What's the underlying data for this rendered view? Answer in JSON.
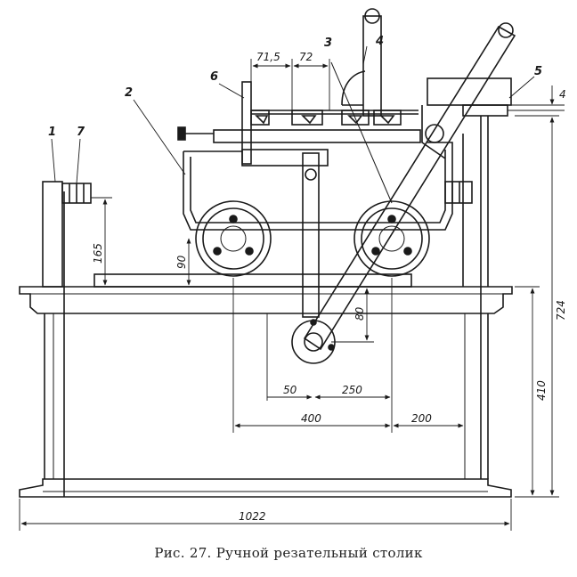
{
  "caption": "Рис. 27. Ручной резательный столик",
  "callouts": {
    "c1": "1",
    "c2": "2",
    "c3": "3",
    "c4": "4",
    "c5": "5",
    "c6": "6",
    "c7": "7"
  },
  "dimensions": {
    "d1022": "1022",
    "d724": "724",
    "d410": "410",
    "d400": "400",
    "d200": "200",
    "d250": "250",
    "d50": "50",
    "d80": "80",
    "d90": "90",
    "d165": "165",
    "d71_5": "71,5",
    "d72": "72",
    "d4": "4"
  },
  "colors": {
    "ink": "#1a1a1a",
    "paper": "#ffffff"
  }
}
